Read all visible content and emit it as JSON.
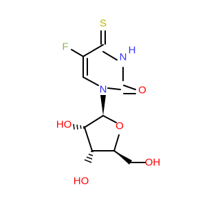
{
  "molecule": {
    "atoms": {
      "S": "S",
      "F": "F",
      "NH": "N",
      "NH_H": "H",
      "N1": "N",
      "O_carbonyl": "O",
      "O_ring": "O",
      "HO_2": "HO",
      "HO_3": "HO",
      "OH_5": "OH"
    },
    "colors": {
      "bond": "#000000",
      "S": "#b8b800",
      "F": "#8fb850",
      "N": "#3333ff",
      "O": "#ff0000"
    }
  }
}
